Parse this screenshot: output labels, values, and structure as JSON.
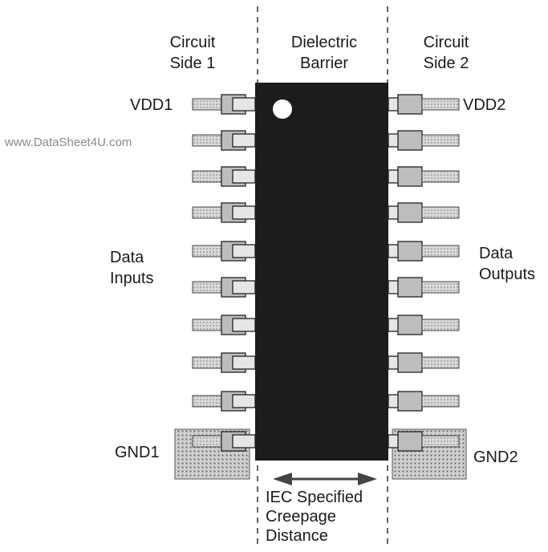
{
  "watermark": "www.DataSheet4U.com",
  "labels": {
    "circuit_side_1": "Circuit\nSide 1",
    "dielectric_barrier": "Dielectric\nBarrier",
    "circuit_side_2": "Circuit\nSide 2",
    "vdd1": "VDD1",
    "vdd2": "VDD2",
    "data_inputs": "Data\nInputs",
    "data_outputs": "Data\nOutputs",
    "gnd1": "GND1",
    "gnd2": "GND2",
    "creepage": "IEC Specified\nCreepage\nDistance"
  },
  "colors": {
    "chip_body": "#1c1c1c",
    "lead_fill": "#d6d6d6",
    "pad_fill": "#bcbcbc",
    "ground_plane": "#bdbdbd",
    "line": "#222222"
  }
}
